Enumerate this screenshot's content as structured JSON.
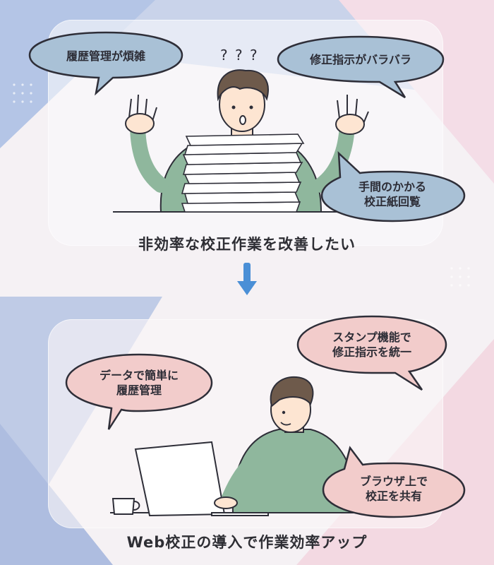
{
  "top": {
    "bubbles": {
      "history": "履歴管理が煩雑",
      "scattered": "修正指示がバラバラ",
      "paper": "手間のかかる\n校正紙回覧"
    },
    "question_marks": "? ? ?",
    "caption": "非効率な校正作業を改善したい"
  },
  "bottom": {
    "bubbles": {
      "data": "データで簡単に\n履歴管理",
      "stamp": "スタンプ機能で\n修正指示を統一",
      "browser": "ブラウザ上で\n校正を共有"
    },
    "caption": "Web校正の導入で作業効率アップ"
  },
  "colors": {
    "blue_bubble": "#a9c1d6",
    "pink_bubble": "#f2cccb",
    "bubble_stroke": "#2e2e38",
    "arrow": "#4a8fd6",
    "shirt": "#8fb79d",
    "hair": "#6e5a4b"
  }
}
